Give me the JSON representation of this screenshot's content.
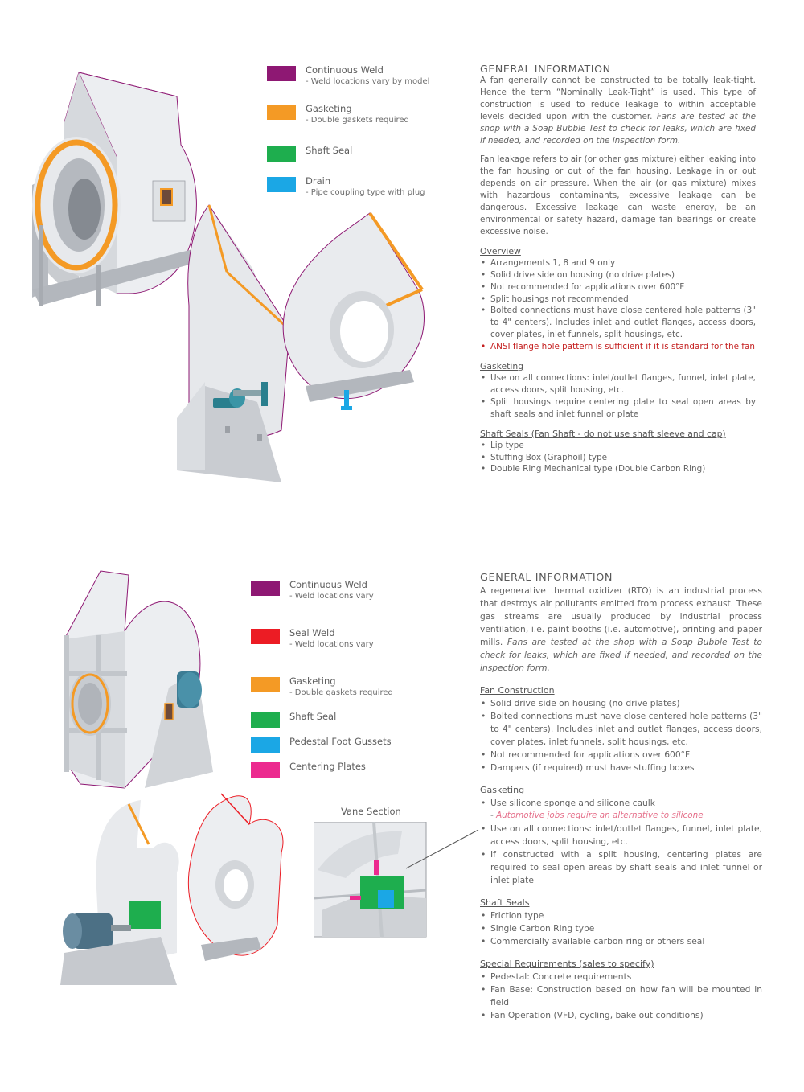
{
  "top": {
    "legend": [
      {
        "title": "Continuous Weld",
        "sub": "- Weld locations vary by model",
        "color": "#8e1873"
      },
      {
        "title": "Gasketing",
        "sub": "- Double gaskets required",
        "color": "#f49a25"
      },
      {
        "title": "Shaft Seal",
        "sub": "",
        "color": "#1eae4e"
      },
      {
        "title": "Drain",
        "sub": "- Pipe coupling type with plug",
        "color": "#1ba7e5"
      }
    ],
    "info": {
      "heading": "GENERAL INFORMATION",
      "p1_normal": "A fan generally cannot be constructed to be totally leak-tight. Hence the term “Nominally Leak-Tight” is used. This type of construction is used to reduce leakage to within acceptable levels decided upon with the customer. ",
      "p1_italic": "Fans are tested at the shop with a Soap Bubble Test to check for leaks, which are fixed if needed, and recorded on the inspection form.",
      "p2": "Fan leakage refers to air (or other gas mixture) either leaking into the fan housing or out of the fan housing. Leakage in or out depends on air pressure. When the air (or gas mixture) mixes with hazardous contaminants, excessive leakage can be dangerous. Excessive leakage can waste energy, be an environmental or safety hazard, damage fan bearings or create excessive noise.",
      "overview_title": "Overview",
      "overview": [
        "Arrangements 1, 8 and 9 only",
        "Solid drive side on housing (no drive plates)",
        "Not recommended for applications over 600°F",
        "Split housings not recommended",
        "Bolted connections must have close centered hole patterns (3\" to 4\" centers). Includes inlet and outlet flanges, access doors, cover plates, inlet funnels, split housings, etc."
      ],
      "overview_red": "ANSI flange hole pattern is sufficient if it is standard for the fan",
      "gasketing_title": "Gasketing",
      "gasketing": [
        "Use on all connections: inlet/outlet flanges, funnel, inlet plate, access doors, split housing, etc.",
        "Split housings require centering plate to seal open areas by shaft seals and inlet funnel or plate"
      ],
      "seals_title": "Shaft Seals (Fan Shaft - do not use shaft sleeve and cap)",
      "seals": [
        "Lip type",
        "Stuffing Box (Graphoil) type",
        "Double Ring Mechanical type (Double Carbon Ring)"
      ]
    }
  },
  "bottom": {
    "legend": [
      {
        "title": "Continuous Weld",
        "sub": "- Weld locations vary",
        "color": "#8e1873"
      },
      {
        "title": "Seal Weld",
        "sub": "- Weld locations vary",
        "color": "#ec1c24"
      },
      {
        "title": "Gasketing",
        "sub": "- Double gaskets required",
        "color": "#f49a25"
      },
      {
        "title": "Shaft Seal",
        "sub": "",
        "color": "#1eae4e"
      },
      {
        "title": "Pedestal Foot Gussets",
        "sub": "",
        "color": "#1ba7e5"
      },
      {
        "title": "Centering Plates",
        "sub": "",
        "color": "#ec2a8f"
      }
    ],
    "vane_title": "Vane Section",
    "info": {
      "heading": "GENERAL INFORMATION",
      "p1_normal": "A regenerative thermal oxidizer (RTO) is an industrial process that destroys air pollutants emitted from process exhaust. These gas streams are usually produced by industrial process ventilation, i.e. paint booths (i.e. automotive), printing and paper mills. ",
      "p1_italic": "Fans are tested at the shop with a Soap Bubble Test to check for leaks, which are fixed if needed, and recorded on the inspection form.",
      "construction_title": "Fan Construction",
      "construction": [
        "Solid drive side on housing (no drive plates)",
        "Bolted connections must have close centered hole patterns (3\" to 4\" centers). Includes inlet and outlet flanges, access doors, cover plates, inlet funnels, split housings, etc.",
        "Not recommended for applications over 600°F",
        "Dampers (if required) must have stuffing boxes"
      ],
      "gasketing_title": "Gasketing",
      "gasketing_first": "Use silicone sponge and silicone caulk",
      "gasketing_note_dash": "- ",
      "gasketing_note": "Automotive jobs require an alternative to silicone",
      "gasketing": [
        "Use on all connections: inlet/outlet flanges, funnel, inlet plate, access doors, split housing, etc.",
        "If constructed with a split housing, centering plates are required to seal open areas by shaft seals and inlet funnel or inlet plate"
      ],
      "seals_title": "Shaft Seals",
      "seals": [
        "Friction type",
        "Single Carbon Ring type",
        "Commercially available carbon ring or others seal"
      ],
      "special_title": "Special Requirements (sales to specify)",
      "special": [
        "Pedestal: Concrete requirements",
        "Fan Base: Construction based on how fan will be mounted in field",
        "Fan Operation (VFD, cycling, bake out conditions)"
      ]
    }
  }
}
